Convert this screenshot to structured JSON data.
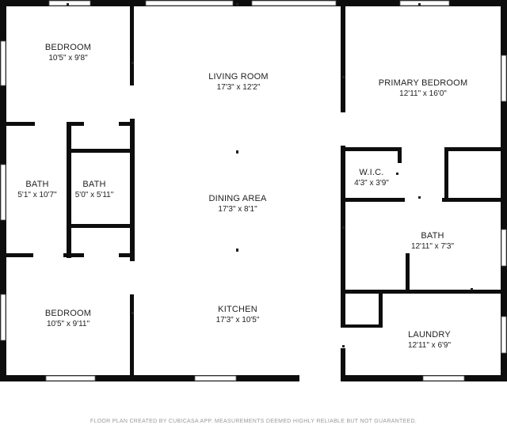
{
  "rooms": {
    "bedroom_top": {
      "name": "BEDROOM",
      "dim": "10'5\" x 9'8\""
    },
    "living_room": {
      "name": "LIVING ROOM",
      "dim": "17'3\" x 12'2\""
    },
    "primary_bedroom": {
      "name": "PRIMARY BEDROOM",
      "dim": "12'11\" x 16'0\""
    },
    "bath_left": {
      "name": "BATH",
      "dim": "5'1\" x 10'7\""
    },
    "bath_mid": {
      "name": "BATH",
      "dim": "5'0\" x 5'11\""
    },
    "dining_area": {
      "name": "DINING AREA",
      "dim": "17'3\" x 8'1\""
    },
    "wic": {
      "name": "W.I.C.",
      "dim": "4'3\" x 3'9\""
    },
    "bath_right": {
      "name": "BATH",
      "dim": "12'11\" x 7'3\""
    },
    "bedroom_bottom": {
      "name": "BEDROOM",
      "dim": "10'5\" x 9'11\""
    },
    "kitchen": {
      "name": "KITCHEN",
      "dim": "17'3\" x 10'5\""
    },
    "laundry": {
      "name": "LAUNDRY",
      "dim": "12'11\" x 6'9\""
    }
  },
  "footer": "FLOOR PLAN CREATED BY CUBICASA APP. MEASUREMENTS DEEMED HIGHLY RELIABLE BUT NOT GUARANTEED."
}
